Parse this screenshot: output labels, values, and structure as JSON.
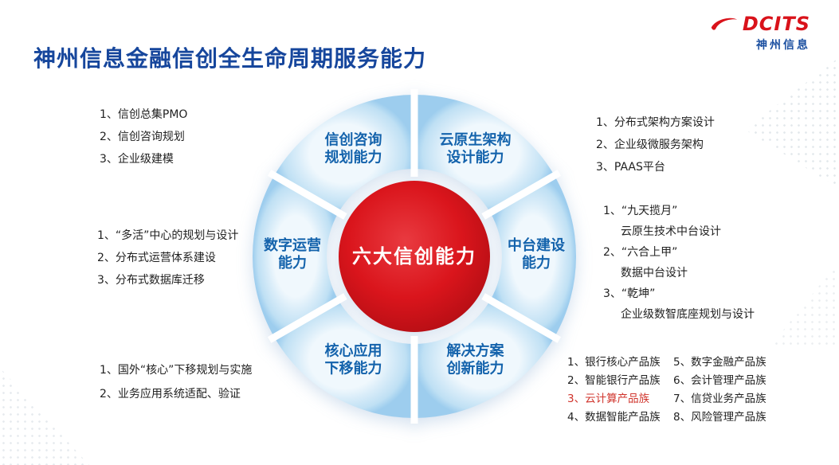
{
  "slide": {
    "title": "神州信息金融信创全生命周期服务能力"
  },
  "logo": {
    "brand": "DCITS",
    "brand_cn": "神州信息"
  },
  "wheel": {
    "center_label": "六大信创能力",
    "segments": [
      {
        "id": "cloud-native-arch",
        "line1": "云原生架构",
        "line2": "设计能力"
      },
      {
        "id": "middle-platform",
        "line1": "中台建设",
        "line2": "能力"
      },
      {
        "id": "solution-innovation",
        "line1": "解决方案",
        "line2": "创新能力"
      },
      {
        "id": "core-app-migration",
        "line1": "核心应用",
        "line2": "下移能力"
      },
      {
        "id": "digital-operation",
        "line1": "数字运营",
        "line2": "能力"
      },
      {
        "id": "xinchuang-consulting",
        "line1": "信创咨询",
        "line2": "规划能力"
      }
    ]
  },
  "lists": {
    "consulting": {
      "items": [
        "1、信创总集PMO",
        "2、信创咨询规划",
        "3、企业级建模"
      ]
    },
    "cloud_native": {
      "items": [
        "1、分布式架构方案设计",
        "2、企业级微服务架构",
        "3、PAAS平台"
      ]
    },
    "middle_platform": {
      "items": [
        "1、“九天揽月”",
        "云原生技术中台设计",
        "2、“六合上甲”",
        "数据中台设计",
        "3、“乾坤”",
        "企业级数智底座规划与设计"
      ]
    },
    "digital_operation": {
      "items": [
        "1、“多活”中心的规划与设计",
        "2、分布式运营体系建设",
        "3、分布式数据库迁移"
      ]
    },
    "core_app": {
      "items": [
        "1、国外“核心”下移规划与实施",
        "2、业务应用系统适配、验证"
      ]
    },
    "solution_col1": {
      "items": [
        "1、银行核心产品族",
        "2、智能银行产品族",
        "3、云计算产品族",
        "4、数据智能产品族"
      ]
    },
    "solution_col2": {
      "items": [
        "5、数字金融产品族",
        "6、会计管理产品族",
        "7、信贷业务产品族",
        "8、风险管理产品族"
      ]
    }
  },
  "colors": {
    "accent_red": "#d9131a",
    "title_blue": "#16469c",
    "segment_label_blue": "#1463ac",
    "wheel_blue": "#9dcdee"
  }
}
